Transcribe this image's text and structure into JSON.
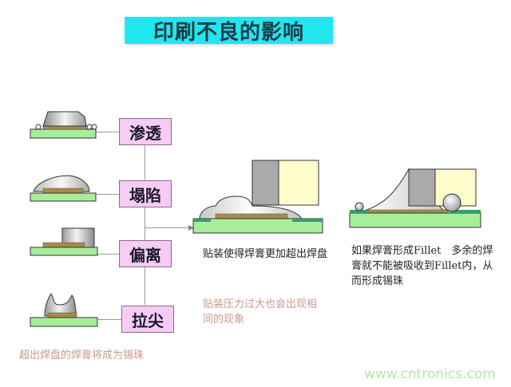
{
  "title": "印刷不良的影响",
  "defects": [
    {
      "label": "渗透",
      "icon": "paste-bleed-icon"
    },
    {
      "label": "塌陷",
      "icon": "paste-slump-icon"
    },
    {
      "label": "偏离",
      "icon": "paste-offset-icon"
    },
    {
      "label": "拉尖",
      "icon": "paste-peak-icon"
    }
  ],
  "notes": {
    "peak_note": "超出焊盘的焊膏将成为锡珠",
    "placement_note_1": "贴装使得焊膏更加超出焊盘",
    "placement_note_2": "贴装压力过大也会出现相同的现象",
    "fillet_note": "如果焊膏形成Fillet　多余的焊膏就不能被吸收到Fillet内，从而形成锡珠"
  },
  "watermark": "www.cntronics.com",
  "colors": {
    "title_bg": "#22e6ee",
    "label_bg": "#f6ccf4",
    "pcb_green": "#a6ee9a",
    "pad_dark_green": "#3a9a6a",
    "paste_brown": "#a88a4a",
    "component_gray": "#aaaaaa",
    "component_cream": "#fffccc"
  }
}
